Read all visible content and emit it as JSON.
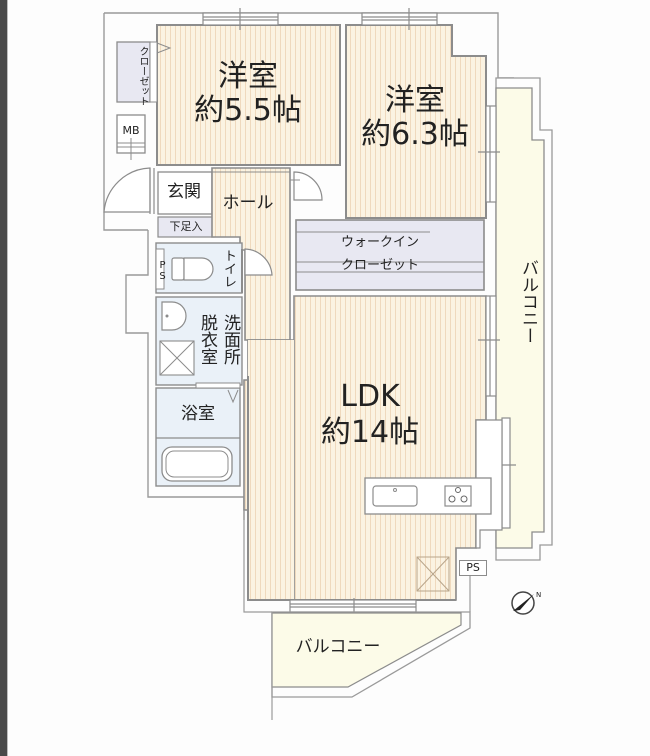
{
  "floorplan": {
    "rooms": {
      "western_room_1": {
        "name": "洋室",
        "size": "約5.5帖"
      },
      "western_room_2": {
        "name": "洋室",
        "size": "約6.3帖"
      },
      "ldk": {
        "name": "LDK",
        "size": "約14帖"
      },
      "hall": {
        "name": "ホール"
      },
      "entrance": {
        "name": "玄関"
      },
      "shoe_box": {
        "name": "下足入"
      },
      "closet": {
        "name": "クローゼット"
      },
      "walk_in_closet": {
        "line1": "ウォークイン",
        "line2": "クローゼット"
      },
      "toilet": {
        "name": "トイレ"
      },
      "washroom": {
        "col1": "洗面所",
        "col2": "脱衣室"
      },
      "bathroom": {
        "name": "浴室"
      },
      "balcony_east": {
        "name": "バルコニー"
      },
      "balcony_south": {
        "name": "バルコニー"
      },
      "mb": {
        "name": "MB"
      },
      "ps_toilet": {
        "name": "PS"
      },
      "ps_ldk": {
        "name": "PS"
      }
    },
    "compass": {
      "label": "N",
      "icon": "compass-icon"
    },
    "colors": {
      "flooring": "#fbf3e2",
      "flooring_stripe": "#f1dcc0",
      "storage": "#e8e8f2",
      "wet_area": "#eaf1f8",
      "balcony": "#fcfbe8",
      "wall": "#8c8c8c",
      "frame": "#4a4a4a"
    }
  }
}
